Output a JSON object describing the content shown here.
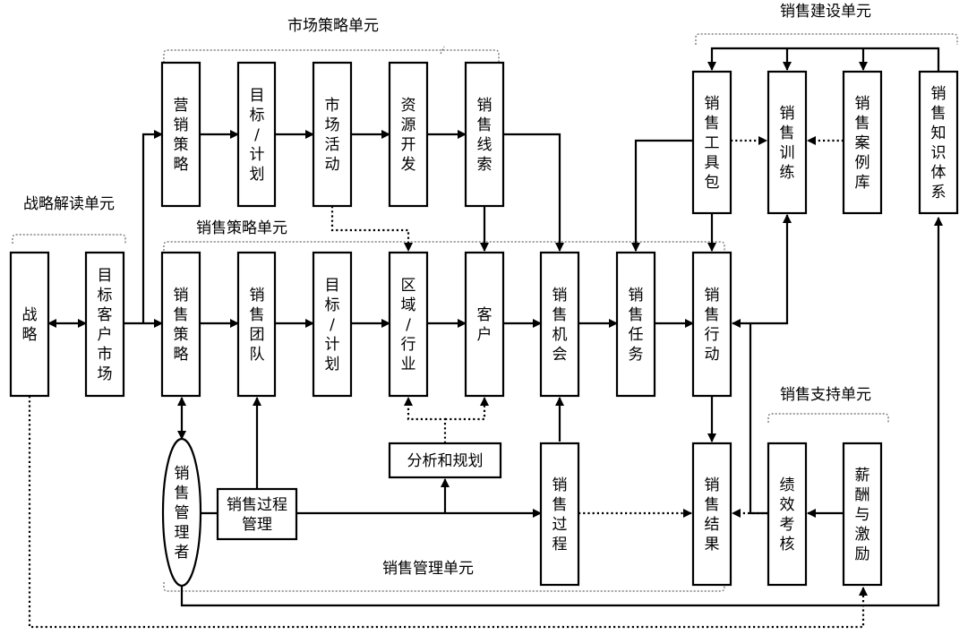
{
  "units": {
    "market_strategy": "市场策略单元",
    "sales_construction": "销售建设单元",
    "strategy_reading": "战略解读单元",
    "sales_strategy": "销售策略单元",
    "sales_support": "销售支持单元",
    "sales_management": "销售管理单元"
  },
  "boxes": {
    "strategy": "战略",
    "target_market": "目标客户市场",
    "marketing_strategy": "营销策略",
    "market_goal_plan": "目标/计划",
    "market_activity": "市场活动",
    "resource_dev": "资源开发",
    "sales_leads": "销售线索",
    "sales_toolkit": "销售工具包",
    "sales_training": "销售训练",
    "sales_cases": "销售案例库",
    "sales_knowledge": "销售知识体系",
    "sales_strategy": "销售策略",
    "sales_team": "销售团队",
    "sales_goal_plan": "目标/计划",
    "region_industry": "区域/行业",
    "customer": "客户",
    "sales_opportunity": "销售机会",
    "sales_task": "销售任务",
    "sales_action": "销售行动",
    "analysis_planning": "分析和规划",
    "sales_manager": "销售管理者",
    "process_management": "销售过程管理",
    "sales_process": "销售过程",
    "sales_result": "销售结果",
    "performance_review": "绩效考核",
    "compensation_incentive": "薪酬与激励"
  }
}
